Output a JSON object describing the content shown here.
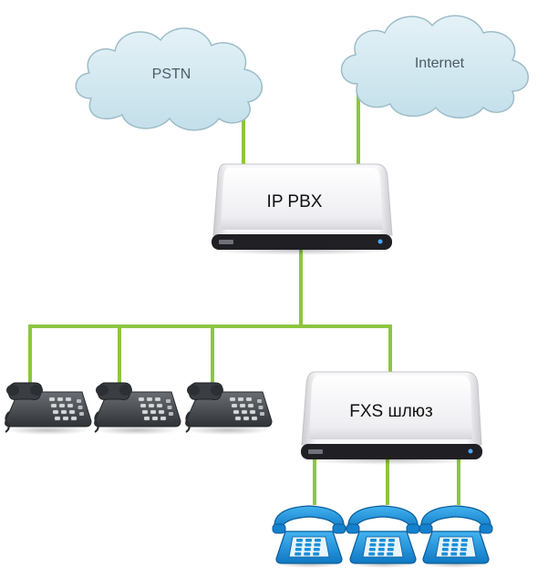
{
  "diagram": {
    "clouds": [
      {
        "id": "pstn",
        "label": "PSTN"
      },
      {
        "id": "internet",
        "label": "Internet"
      }
    ],
    "devices": {
      "ip_pbx": {
        "label": "IP PBX"
      },
      "fxs_gateway": {
        "label": "FXS шлюз"
      }
    },
    "ip_phone_count": 3,
    "analog_phone_count": 3
  },
  "colors": {
    "link": "#8dc63f",
    "cloud_fill": "#cfe7ef",
    "cloud_stroke": "#9dbcc9",
    "device_body": "#f4f4f6",
    "device_front": "#1f1f24",
    "status_led": "#4aa3ff",
    "ip_phone": "#4a4d52",
    "analog_phone": "#1c8fd8"
  }
}
